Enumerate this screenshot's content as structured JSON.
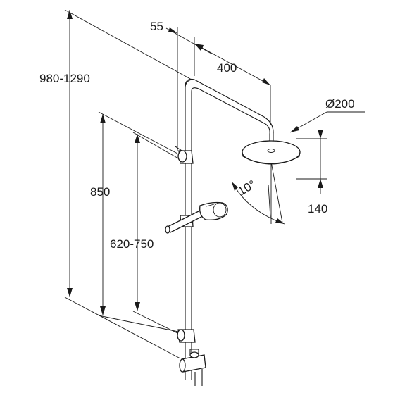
{
  "dimensions": {
    "total_height": "980-1290",
    "rail_height": "850",
    "handshower_height": "620-750",
    "wall_offset": "55",
    "arm_length": "400",
    "head_diameter": "Ø200",
    "head_drop": "140",
    "tilt_angle": "10°"
  }
}
